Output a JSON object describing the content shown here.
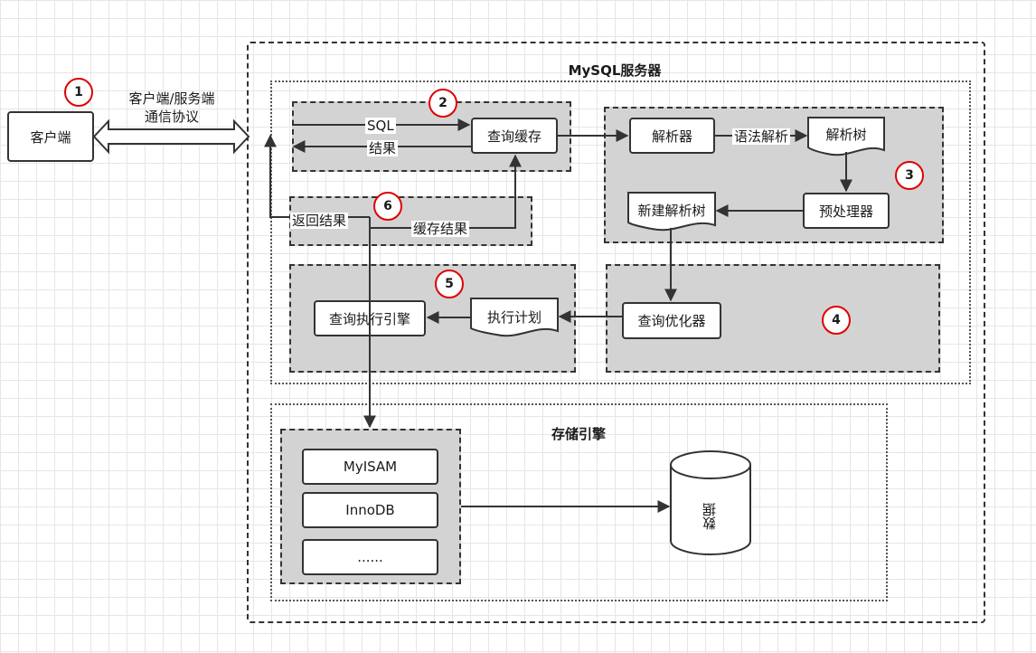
{
  "client": {
    "label": "客户端"
  },
  "protocol": {
    "line1": "客户端/服务端",
    "line2": "通信协议"
  },
  "server": {
    "title": "MySQL服务器"
  },
  "cache": {
    "sql_label": "SQL",
    "result_label": "结果",
    "query_cache": "查询缓存"
  },
  "parse": {
    "parser": "解析器",
    "syntax_label": "语法解析",
    "parse_tree": "解析树",
    "preprocessor": "预处理器",
    "new_parse_tree": "新建解析树"
  },
  "optimizer": {
    "label": "查询优化器"
  },
  "execution": {
    "engine": "查询执行引擎",
    "plan": "执行计划"
  },
  "results": {
    "return_label": "返回结果",
    "cache_result": "缓存结果"
  },
  "storage": {
    "title": "存储引擎",
    "engines": [
      "MyISAM",
      "InnoDB",
      "......"
    ],
    "data": "数据"
  },
  "markers": [
    "1",
    "2",
    "3",
    "4",
    "5",
    "6"
  ]
}
